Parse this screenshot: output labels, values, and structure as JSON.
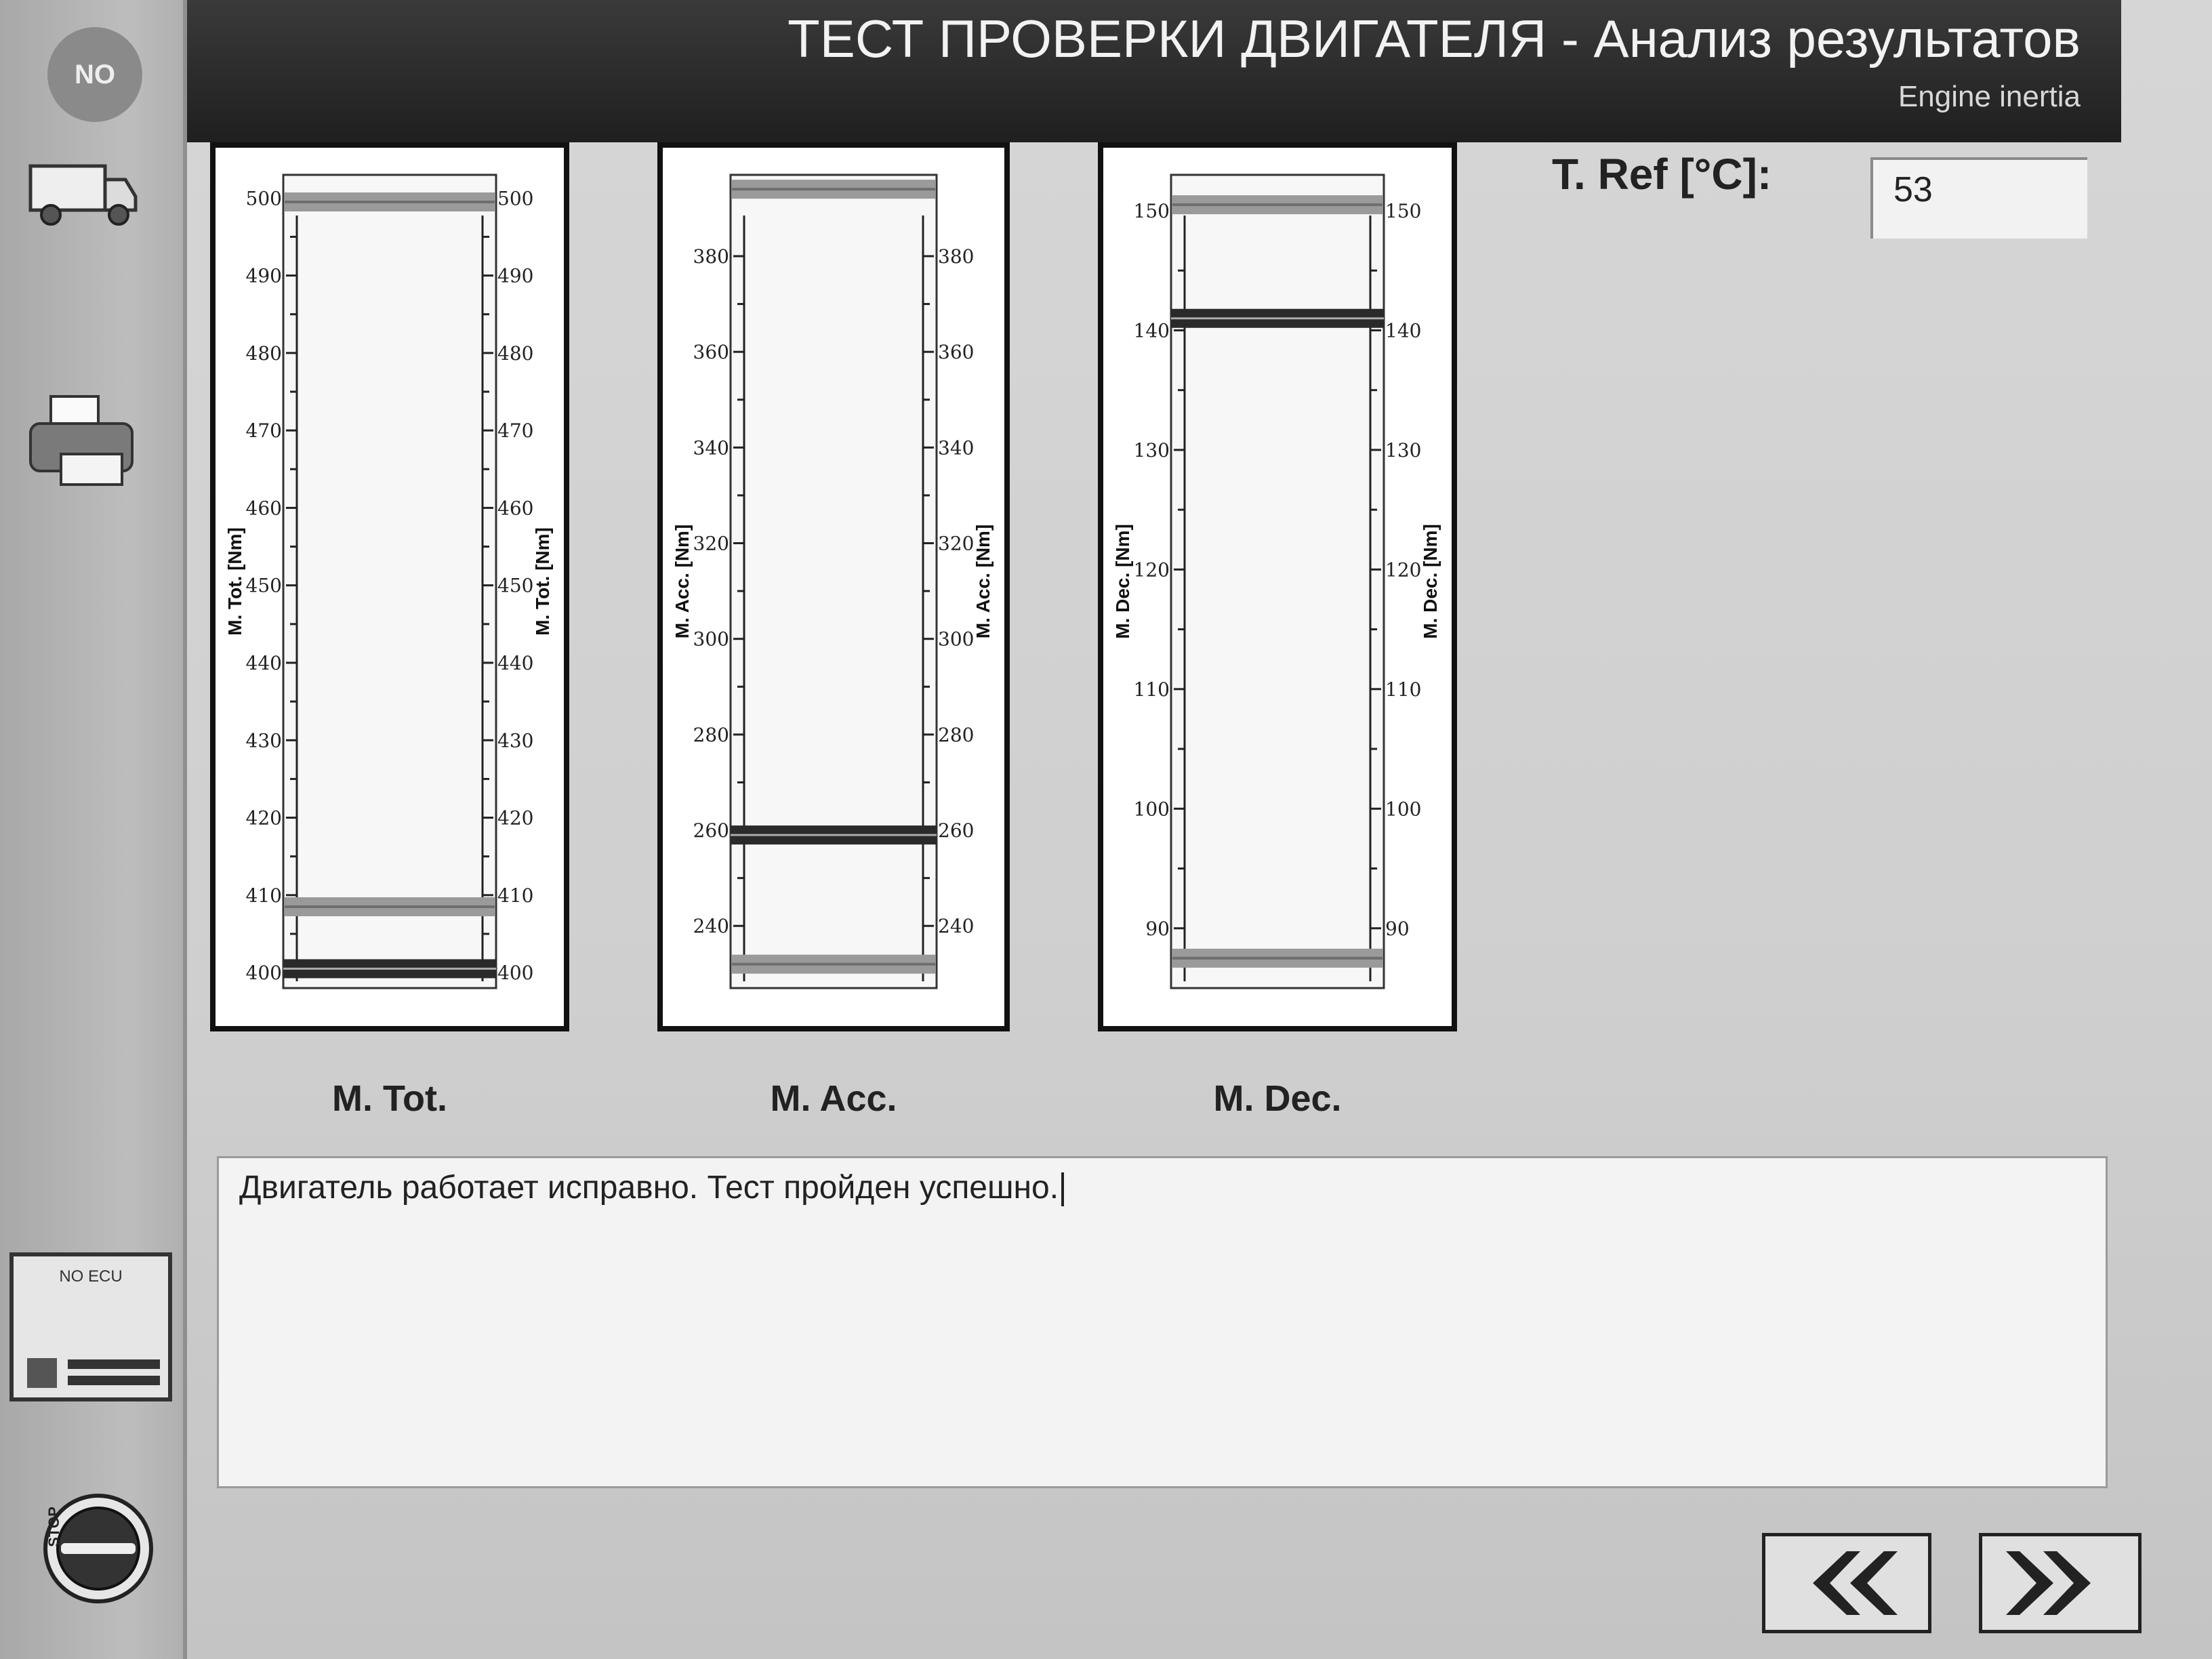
{
  "window": {
    "title": "ТЕСТ ПРОВЕРКИ ДВИГАТЕЛЯ - Анализ результатов",
    "subtitle": "Engine inertia"
  },
  "sidebar": {
    "logo_text": "NO",
    "ecu_label": "NO ECU",
    "stop_label": "STOP",
    "icons": [
      "truck-icon",
      "printer-icon",
      "ecu-status-icon",
      "stop-icon"
    ]
  },
  "tref": {
    "label": "T. Ref [°C]:",
    "value": "53"
  },
  "gauges": [
    {
      "id": "tot",
      "title": "M. Tot.",
      "axis_label": "M. Tot. [Nm]",
      "ylim": [
        398,
        503
      ],
      "ticks": [
        400,
        410,
        420,
        430,
        440,
        450,
        460,
        470,
        480,
        490,
        500
      ],
      "limits": [
        408.5,
        499.5
      ],
      "value": 400.5
    },
    {
      "id": "acc",
      "title": "M. Acc.",
      "axis_label": "M. Acc. [Nm]",
      "ylim": [
        227,
        397
      ],
      "ticks": [
        240,
        260,
        280,
        300,
        320,
        340,
        360,
        380
      ],
      "limits": [
        232,
        394
      ],
      "value": 259
    },
    {
      "id": "dec",
      "title": "M. Dec.",
      "axis_label": "M. Dec. [Nm]",
      "ylim": [
        85,
        153
      ],
      "ticks": [
        90,
        100,
        110,
        120,
        130,
        140,
        150
      ],
      "limits": [
        87.5,
        150.5
      ],
      "value": 141
    }
  ],
  "message": "Двигатель работает исправно. Тест пройден успешно.",
  "nav": {
    "back_label": "«",
    "forward_label": "»"
  }
}
